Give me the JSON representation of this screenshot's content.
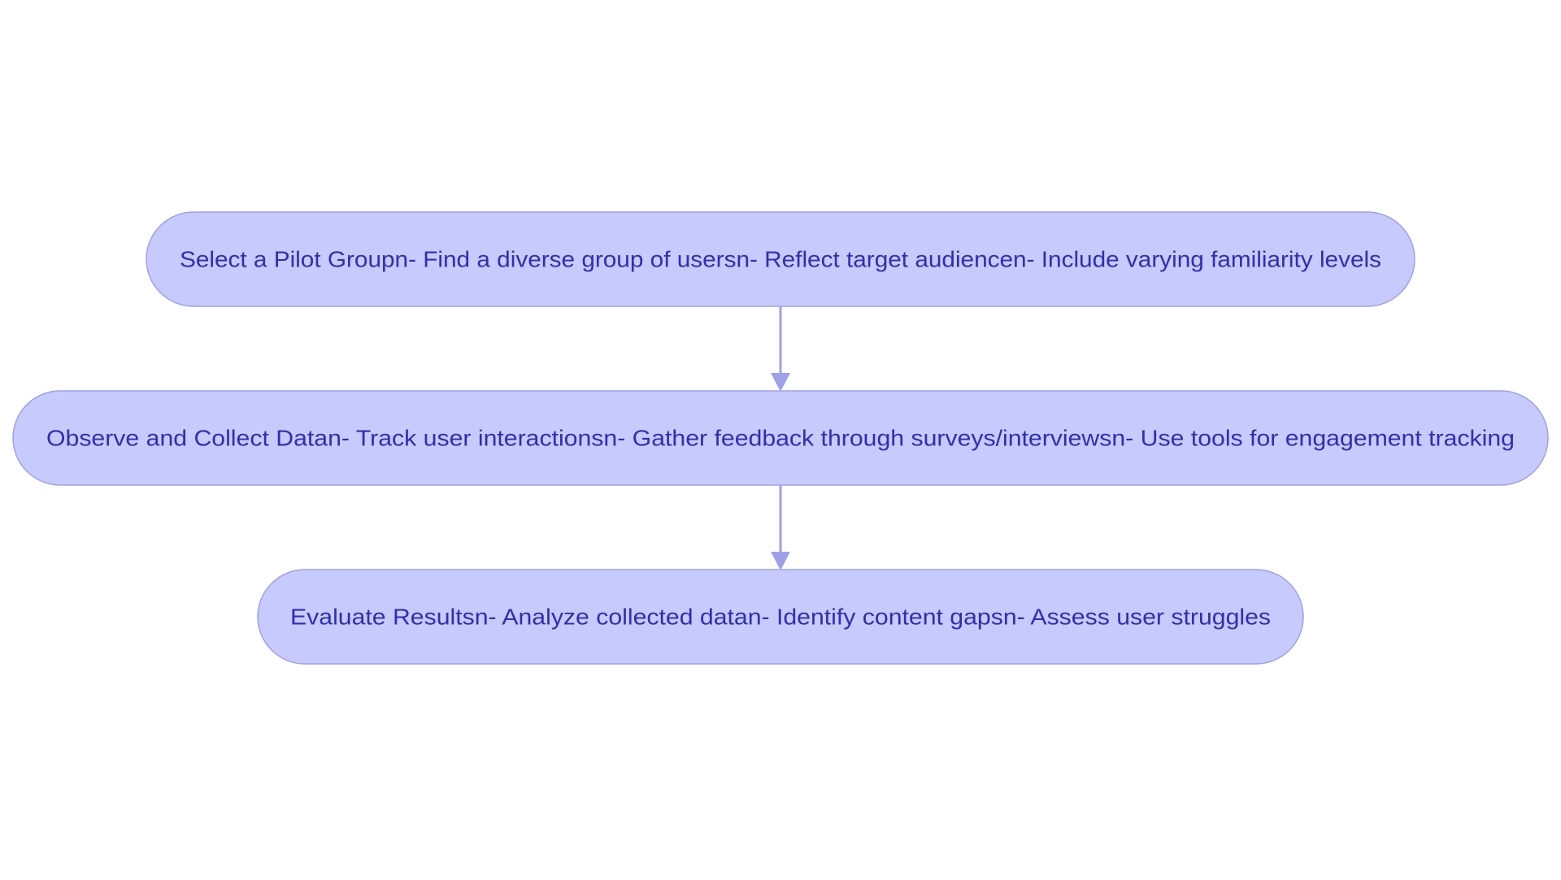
{
  "colors": {
    "node_fill": "#c7cafd",
    "node_stroke": "#9da1ea",
    "text": "#2e2fb4",
    "edge": "#9da1ea"
  },
  "nodes": [
    {
      "id": "select-pilot-group",
      "label": "Select a Pilot Groupn- Find a diverse group of usersn- Reflect target audiencen- Include varying familiarity levels"
    },
    {
      "id": "observe-collect-data",
      "label": "Observe and Collect Datan- Track user interactionsn- Gather feedback through surveys/interviewsn- Use tools for engagement tracking"
    },
    {
      "id": "evaluate-results",
      "label": "Evaluate Resultsn- Analyze collected datan- Identify content gapsn- Assess user struggles"
    }
  ],
  "edges": [
    {
      "from": "select-pilot-group",
      "to": "observe-collect-data"
    },
    {
      "from": "observe-collect-data",
      "to": "evaluate-results"
    }
  ]
}
